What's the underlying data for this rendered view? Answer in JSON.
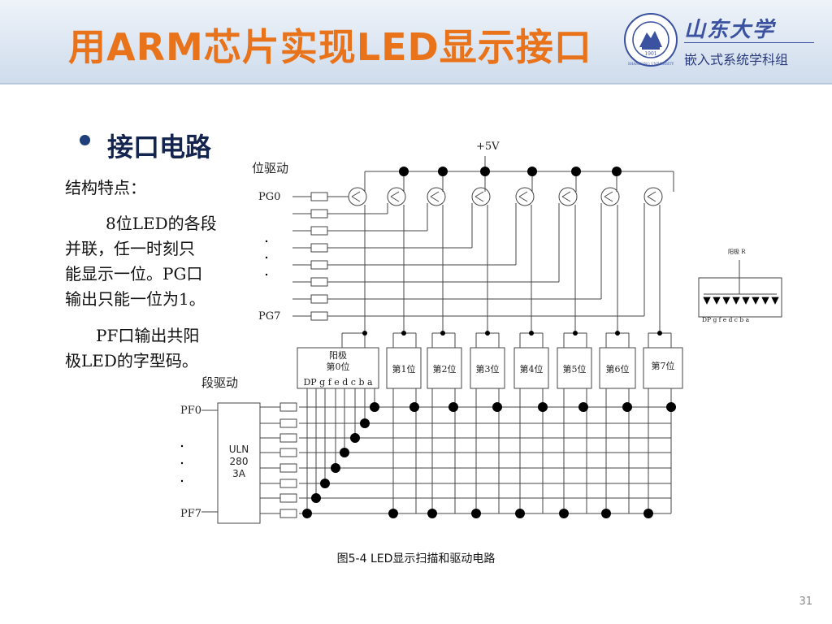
{
  "header": {
    "title": "用ARM芯片实现LED显示接口",
    "brand": "山东大学",
    "group": "嵌入式系统学科组",
    "logo_year": "1901",
    "logo_text": "SHANDONG UNIVERSITY"
  },
  "bullet": "接口电路",
  "left_text": {
    "heading": "结构特点：",
    "para1": [
      "8位LED的各段",
      "并联，任一时刻只",
      "能显示一位。PG口",
      "输出只能一位为1。"
    ],
    "para2": [
      "PF口输出共阳",
      "极LED的字型码。"
    ]
  },
  "diagram": {
    "vcc": "+5V",
    "bit_drive": "位驱动",
    "seg_drive": "段驱动",
    "pg0": "PG0",
    "pg7": "PG7",
    "pf0": "PF0",
    "pf7": "PF7",
    "uln": [
      "ULN",
      "280",
      "3A"
    ],
    "digits": [
      "第1位",
      "第2位",
      "第3位",
      "第4位",
      "第5位",
      "第6位",
      "第7位"
    ],
    "digit0": [
      "阳极",
      "第0位"
    ],
    "seg_labels": "DP g f e d c b a",
    "detail_top": "阳极 R",
    "detail_segs": "DP g f e d c b a"
  },
  "caption": "图5-4 LED显示扫描和驱动电路",
  "page_number": "31"
}
